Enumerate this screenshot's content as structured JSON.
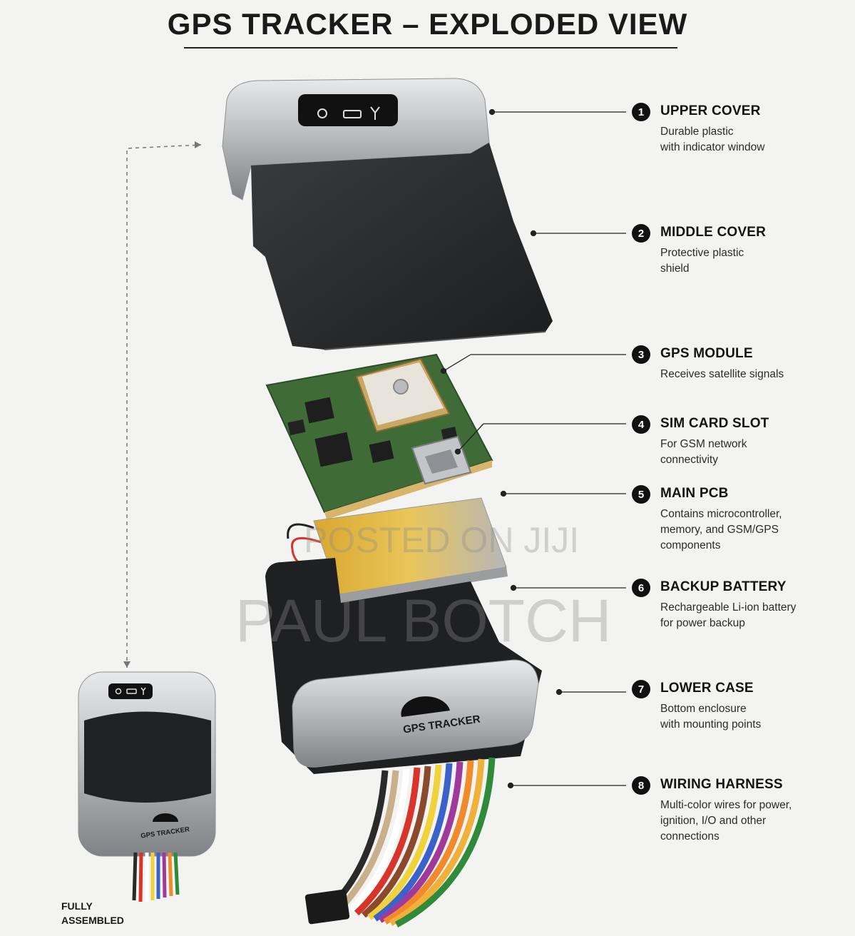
{
  "title": "GPS TRACKER – EXPLODED VIEW",
  "components": [
    {
      "number": "1",
      "name": "UPPER COVER",
      "desc": [
        "Durable plastic",
        "with indicator window"
      ]
    },
    {
      "number": "2",
      "name": "MIDDLE COVER",
      "desc": [
        "Protective plastic",
        "shield"
      ]
    },
    {
      "number": "3",
      "name": "GPS MODULE",
      "desc": [
        "Receives satellite signals"
      ]
    },
    {
      "number": "4",
      "name": "SIM CARD SLOT",
      "desc": [
        "For GSM network",
        "connectivity"
      ]
    },
    {
      "number": "5",
      "name": "MAIN PCB",
      "desc": [
        "Contains microcontroller,",
        "memory, and GSM/GPS",
        "components"
      ]
    },
    {
      "number": "6",
      "name": "BACKUP BATTERY",
      "desc": [
        "Rechargeable Li-ion battery",
        "for power backup"
      ]
    },
    {
      "number": "7",
      "name": "LOWER CASE",
      "desc": [
        "Bottom enclosure",
        "with mounting points"
      ]
    },
    {
      "number": "8",
      "name": "WIRING HARNESS",
      "desc": [
        "Multi-color wires for power,",
        "ignition, I/O and other",
        "connections"
      ]
    }
  ],
  "assembled_label": [
    "FULLY",
    "ASSEMBLED"
  ],
  "product_logo_text": "GPS TRACKER",
  "watermark": [
    "POSTED ON JIJI",
    "PAUL BOTCH"
  ],
  "colors": {
    "silver": "#b9bbbe",
    "body_black": "#2a2b2d",
    "pcb_green": "#3f6b37",
    "battery_gold": "#d6a93a",
    "wire_colors": [
      "#2a2a2a",
      "#c8b08a",
      "#ffffff",
      "#d9342b",
      "#8a4a2b",
      "#f0d23a",
      "#3a62c9",
      "#a03a9a",
      "#f08a2a",
      "#f0b03a",
      "#2f8a3a"
    ]
  }
}
